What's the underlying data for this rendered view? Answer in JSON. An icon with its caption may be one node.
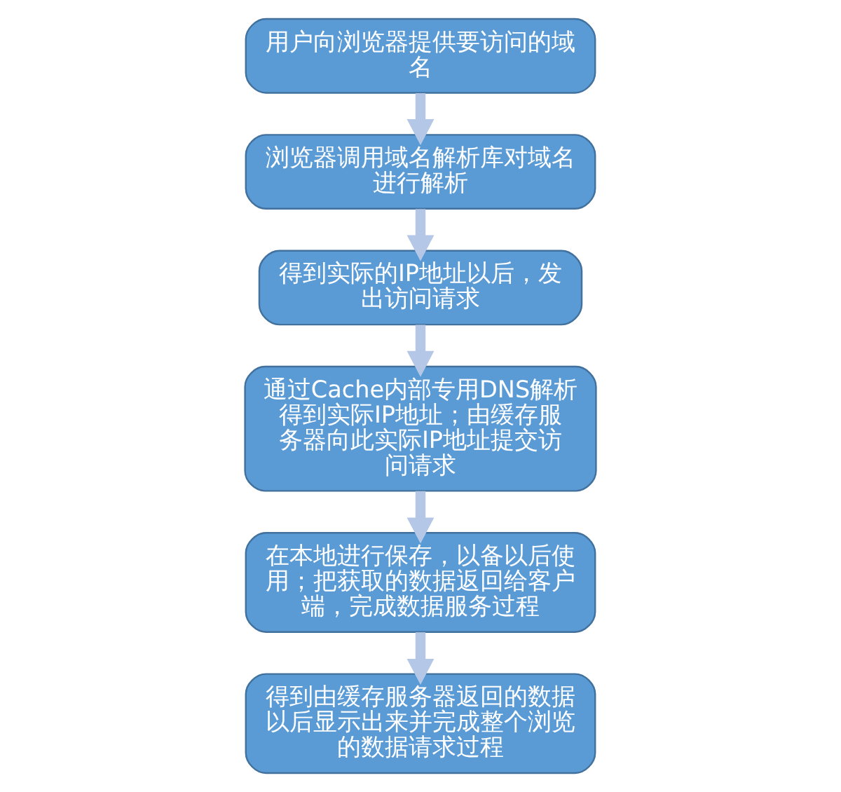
{
  "diagram": {
    "nodes": [
      {
        "text": [
          "用户向浏览器提供要访问的域名"
        ]
      },
      {
        "text": [
          "浏览器调用域名解析库对域名进行解析"
        ]
      },
      {
        "text": [
          "得到实际的IP地址以后，发出访问请求"
        ]
      },
      {
        "text": [
          "通过Cache内部专用DNS解析得到实际IP地址；由缓存服务器向此实际IP地址提交访问请求"
        ]
      },
      {
        "text": [
          "在本地进行保存，以备以后使用；把获取的数据返回给客户端，完成数据服务过程"
        ]
      },
      {
        "text": [
          "得到由缓存服务器返回的数据以后显示出来并完成整个浏览的数据请求过程"
        ]
      }
    ],
    "edges": [
      {
        "from": 0,
        "to": 1,
        "arrow": "to"
      },
      {
        "from": 1,
        "to": 2,
        "arrow": "to"
      },
      {
        "from": 2,
        "to": 3,
        "arrow": "to"
      },
      {
        "from": 3,
        "to": 4,
        "arrow": "to"
      },
      {
        "from": 4,
        "to": 5,
        "arrow": "to"
      }
    ]
  }
}
